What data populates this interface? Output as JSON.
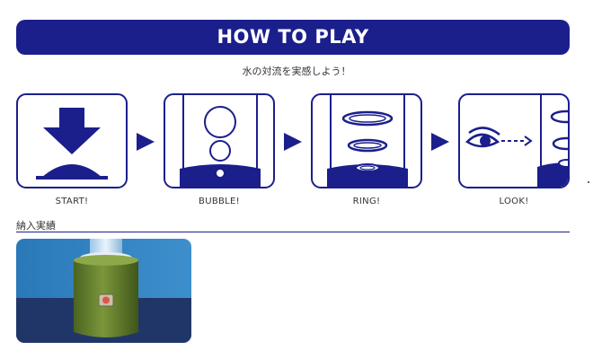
{
  "banner": {
    "title": "HOW TO PLAY"
  },
  "subtitle": "水の対流を実感しよう！",
  "steps": [
    {
      "label": "START!",
      "icon": "push-button-icon"
    },
    {
      "label": "BUBBLE!",
      "icon": "bubble-tube-icon"
    },
    {
      "label": "RING!",
      "icon": "ring-tube-icon"
    },
    {
      "label": "LOOK!",
      "icon": "eye-look-icon"
    }
  ],
  "section": {
    "title": "納入実績"
  },
  "photo": {
    "subject": "product-photo"
  },
  "colors": {
    "accent": "#1b1f8c",
    "text": "#333333",
    "product_green": "#5f7a2a",
    "floor_blue": "#243a6e"
  }
}
